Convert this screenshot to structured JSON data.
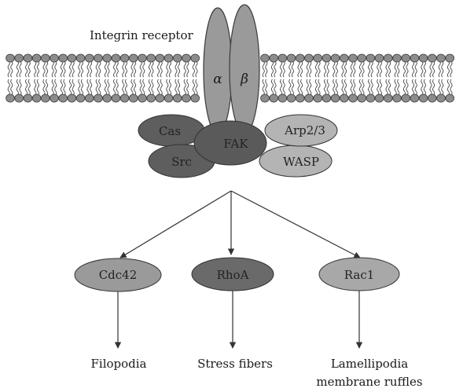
{
  "receptor": {
    "title": "Integrin receptor",
    "alpha": "α",
    "beta": "β"
  },
  "complex": {
    "cas": "Cas",
    "fak": "FAK",
    "src": "Src",
    "arp": "Arp2/3",
    "wasp": "WASP"
  },
  "effectors": {
    "cdc42": "Cdc42",
    "rhoa": "RhoA",
    "rac1": "Rac1"
  },
  "outcomes": {
    "filopodia": "Filopodia",
    "stress": "Stress fibers",
    "lamellipodia_1": "Lamellipodia",
    "lamellipodia_2": "membrane ruffles"
  },
  "colors": {
    "membrane_head": "#8c8c8c",
    "tail": "#444444",
    "receptor_fill": "#9a9a9a",
    "dark": "#5a5a5a",
    "mid": "#6b6b6b",
    "light": "#b4b4b4",
    "cdc42": "#9a9a9a",
    "rhoa": "#6a6a6a",
    "rac1": "#a8a8a8",
    "arrow": "#333333"
  }
}
